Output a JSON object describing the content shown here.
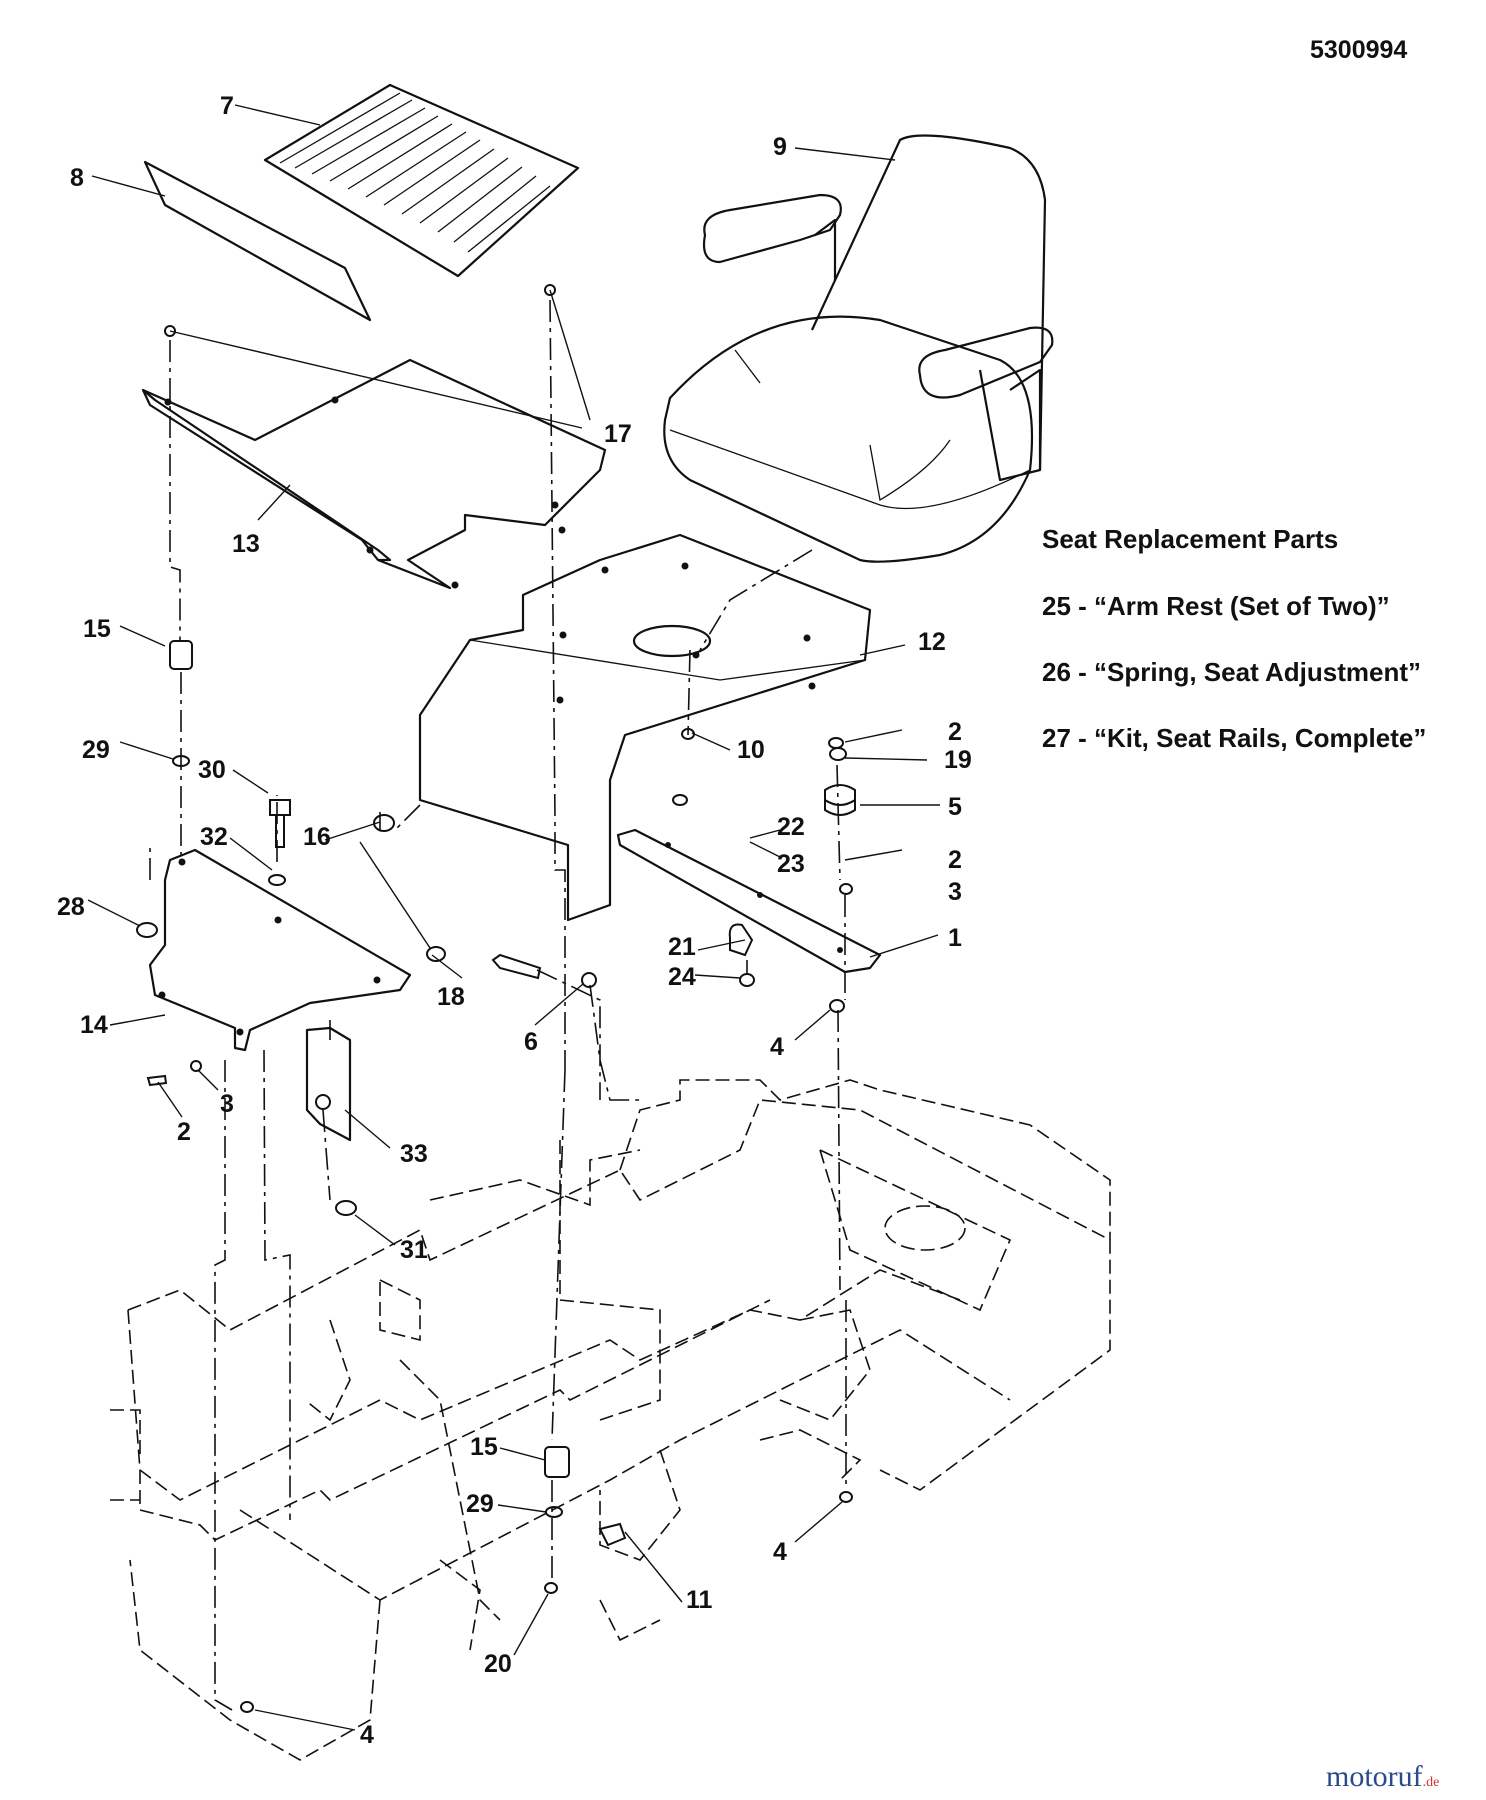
{
  "drawing_number": "5300994",
  "notes": {
    "title": "Seat Replacement  Parts",
    "items": [
      "25 - “Arm Rest (Set of Two)”",
      "26 - “Spring, Seat Adjustment”",
      "27 - “Kit, Seat Rails, Complete”"
    ]
  },
  "callouts": [
    "7",
    "9",
    "8",
    "17",
    "13",
    "12",
    "15",
    "10",
    "2",
    "19",
    "29",
    "30",
    "5",
    "32",
    "16",
    "22",
    "23",
    "2",
    "3",
    "28",
    "1",
    "21",
    "24",
    "18",
    "14",
    "6",
    "4",
    "3",
    "2",
    "33",
    "31",
    "15",
    "29",
    "4",
    "11",
    "20",
    "4"
  ],
  "watermark": {
    "brand": "motoruf",
    "suffix": ".de"
  }
}
